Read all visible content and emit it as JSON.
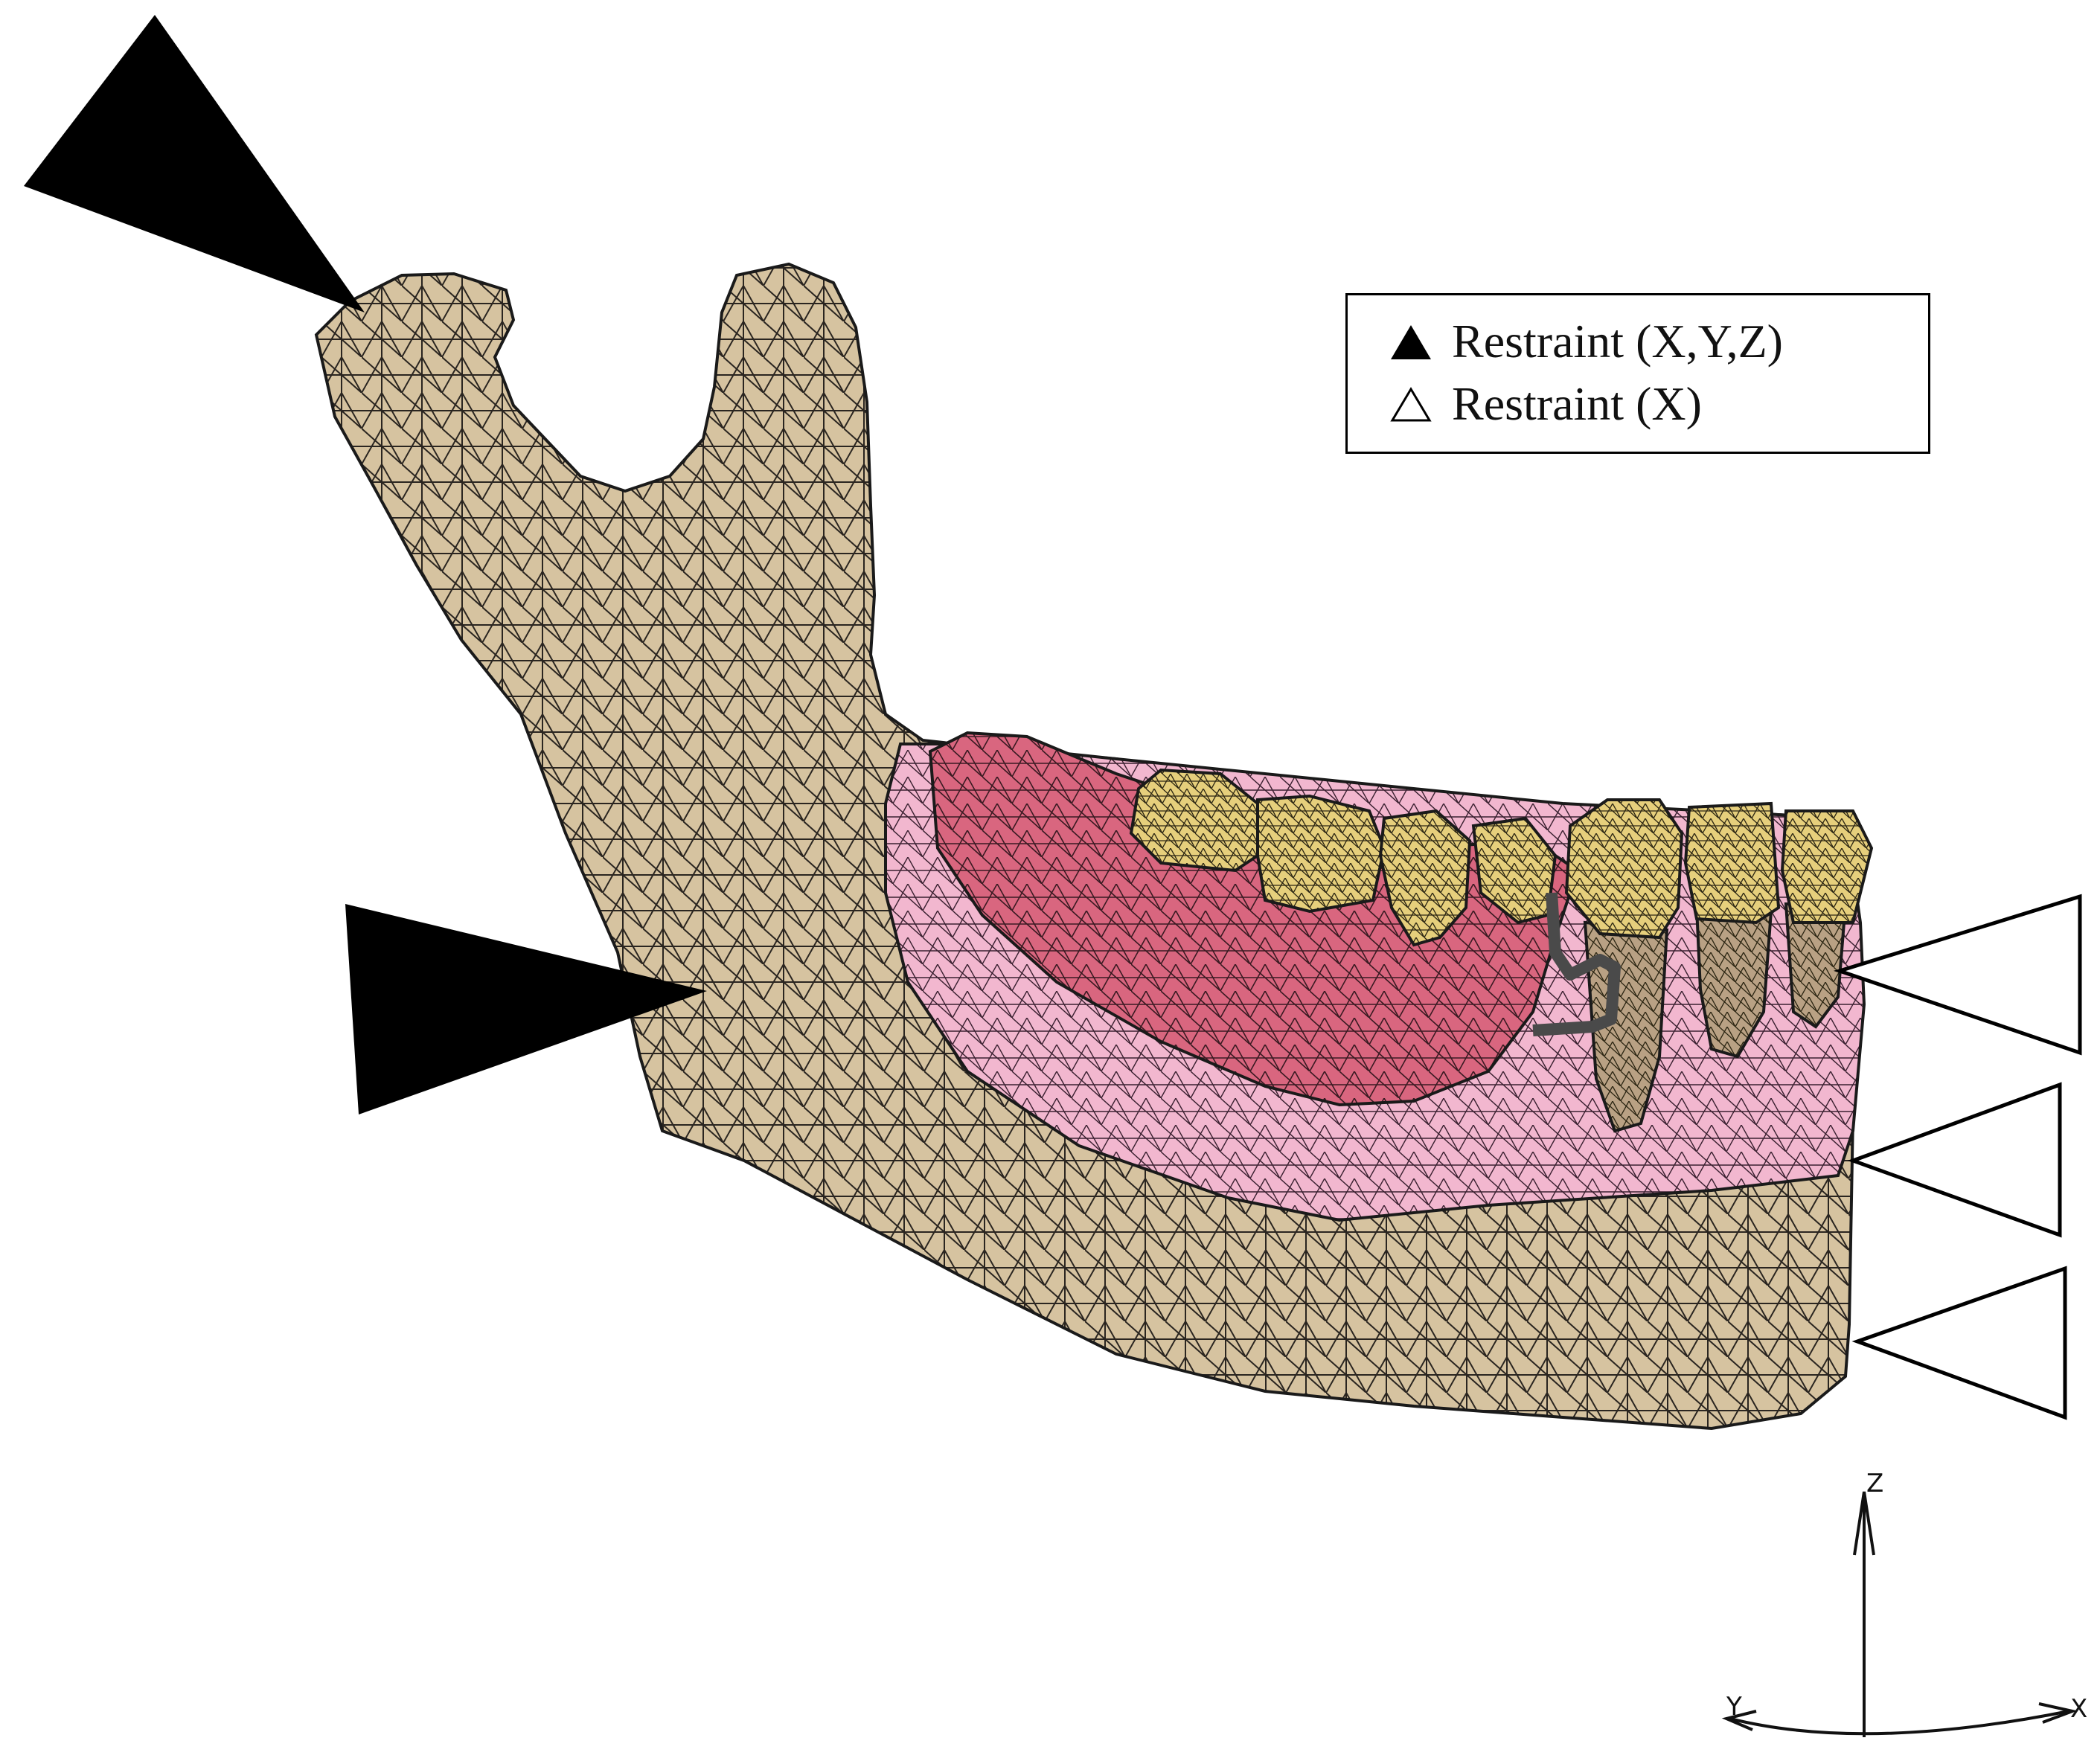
{
  "legend": {
    "items": [
      {
        "symbol": "filled-triangle-icon",
        "label": "Restraint (X,Y,Z)"
      },
      {
        "symbol": "hollow-triangle-icon",
        "label": "Restraint (X)"
      }
    ]
  },
  "axes": {
    "z": "Z",
    "y": "Y",
    "x": "X"
  },
  "colors": {
    "bone": "#d6c3a0",
    "gingiva_dark": "#d9667f",
    "gingiva_light": "#f2b7cf",
    "teeth": "#e6cf7c",
    "clasp": "#5a5a5a",
    "mesh": "#1a1a1a"
  }
}
